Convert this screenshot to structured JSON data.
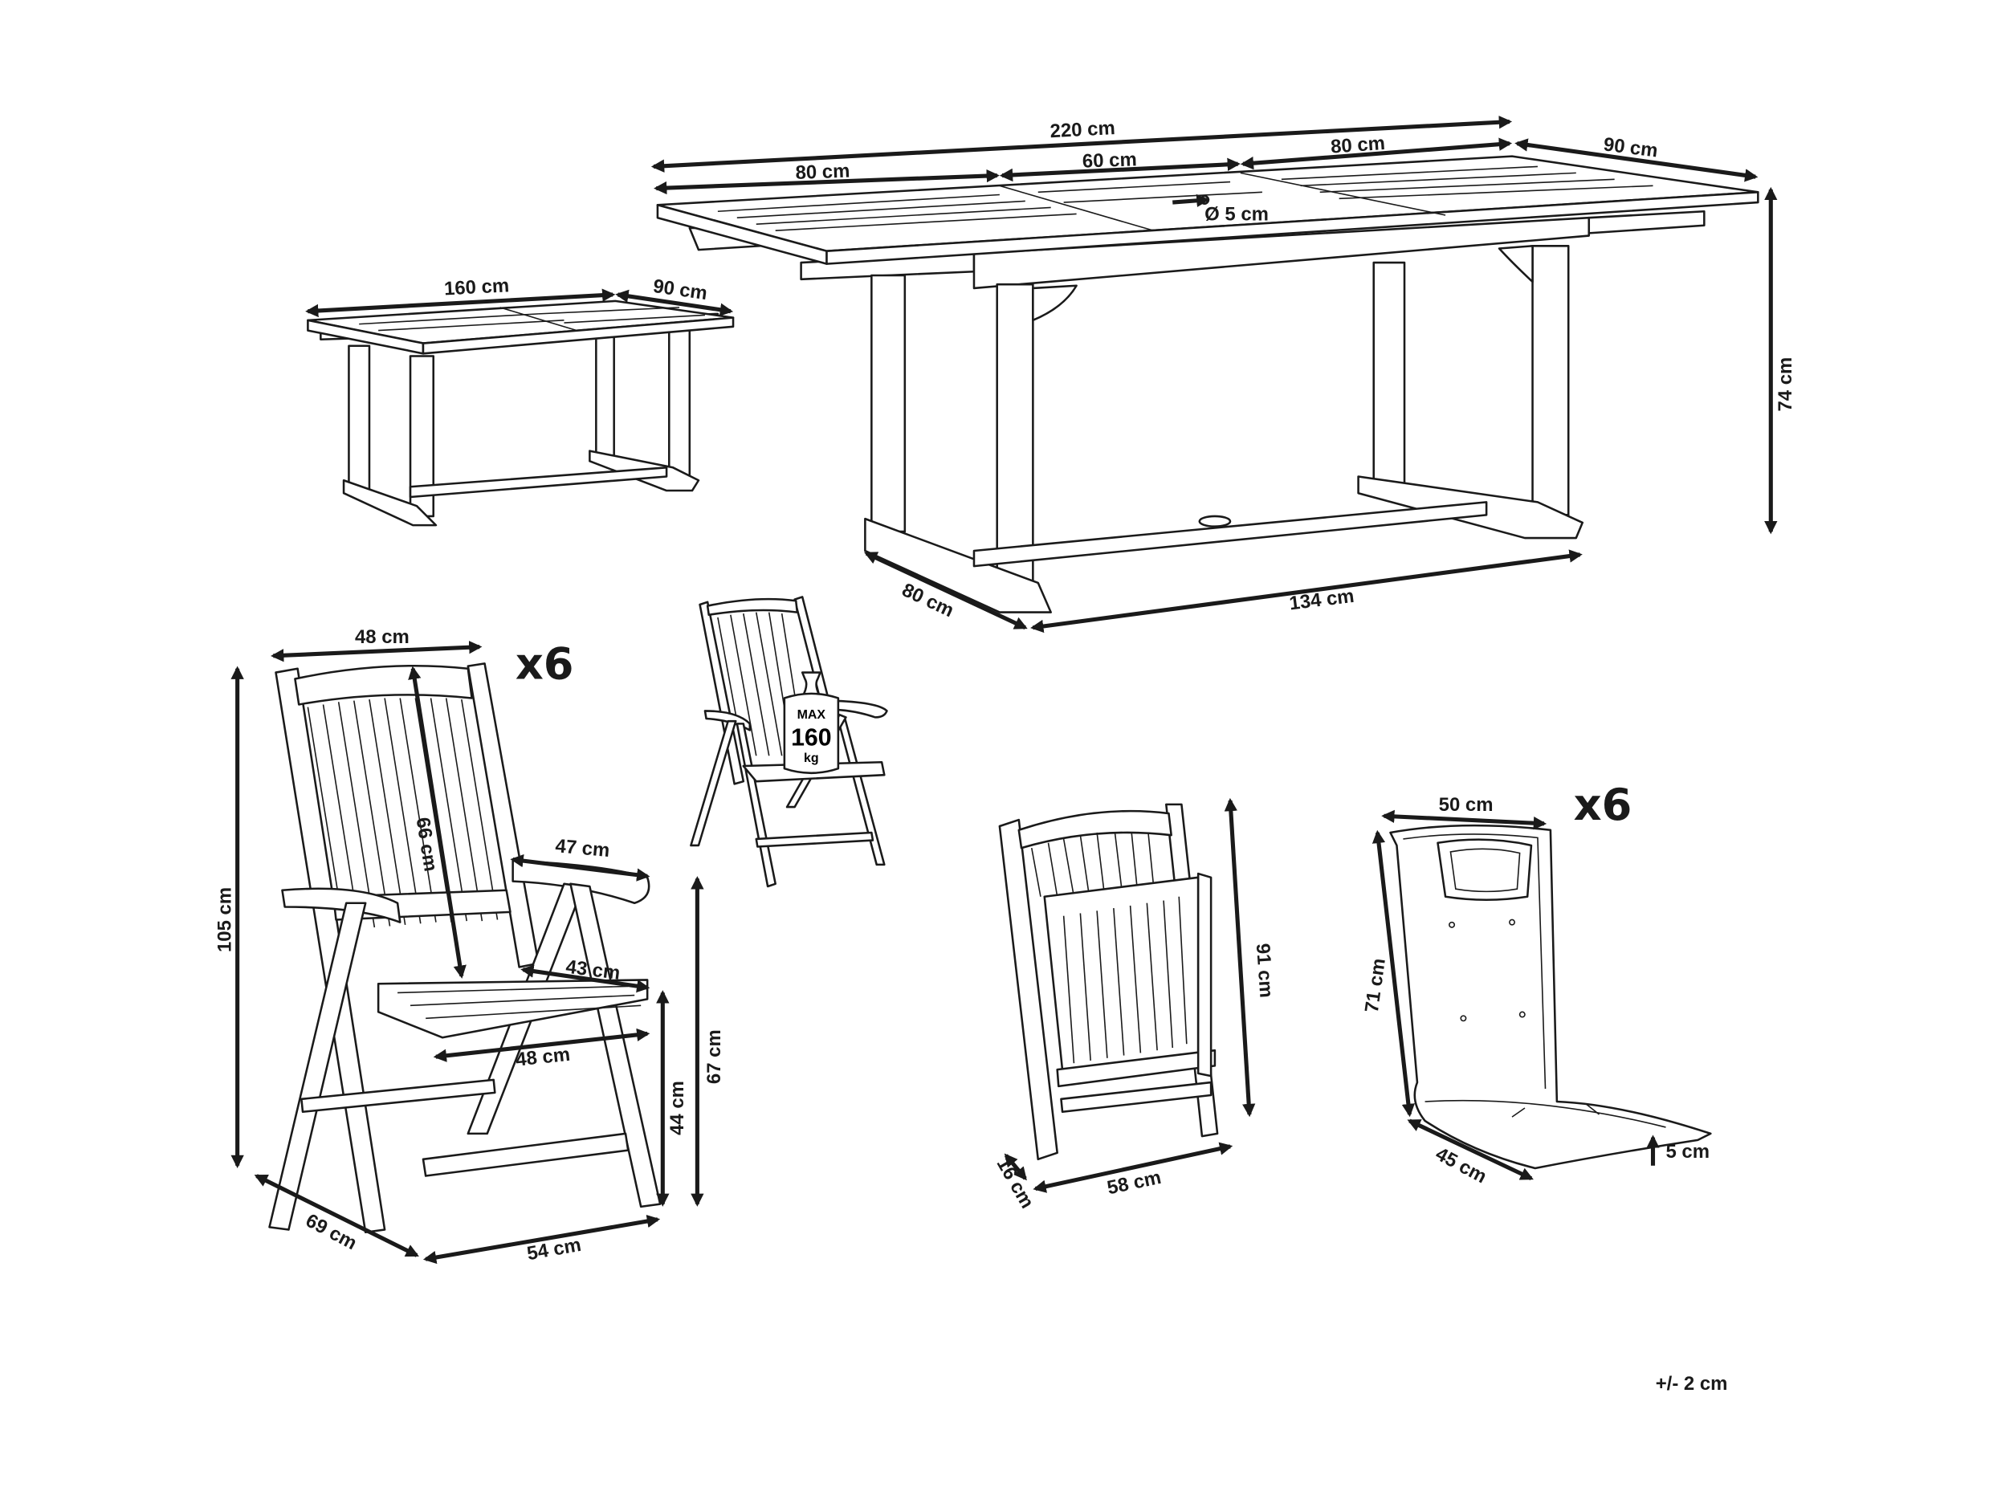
{
  "large_table": {
    "total_length": "220 cm",
    "leaf_left": "80 cm",
    "leaf_center": "60 cm",
    "leaf_right": "80 cm",
    "width": "90 cm",
    "umbrella_hole": "Ø 5 cm",
    "height": "74 cm",
    "base_depth": "80 cm",
    "base_length": "134 cm"
  },
  "small_table": {
    "length": "160 cm",
    "width": "90 cm"
  },
  "chair": {
    "quantity": "x6",
    "back_width": "48 cm",
    "back_height": "66 cm",
    "armrest_length": "47 cm",
    "seat_depth": "43 cm",
    "seat_width": "48 cm",
    "total_height": "105 cm",
    "seat_height": "44 cm",
    "armrest_height": "67 cm",
    "depth": "69 cm",
    "width": "54 cm"
  },
  "load_badge": {
    "line1": "MAX",
    "line2": "160",
    "line3": "kg"
  },
  "folded_chair": {
    "height": "91 cm",
    "thickness": "16 cm",
    "width": "58 cm"
  },
  "cushion": {
    "quantity": "x6",
    "width": "50 cm",
    "length": "71 cm",
    "seat_depth": "45 cm",
    "thickness": "5 cm"
  },
  "tolerance": "+/- 2 cm"
}
